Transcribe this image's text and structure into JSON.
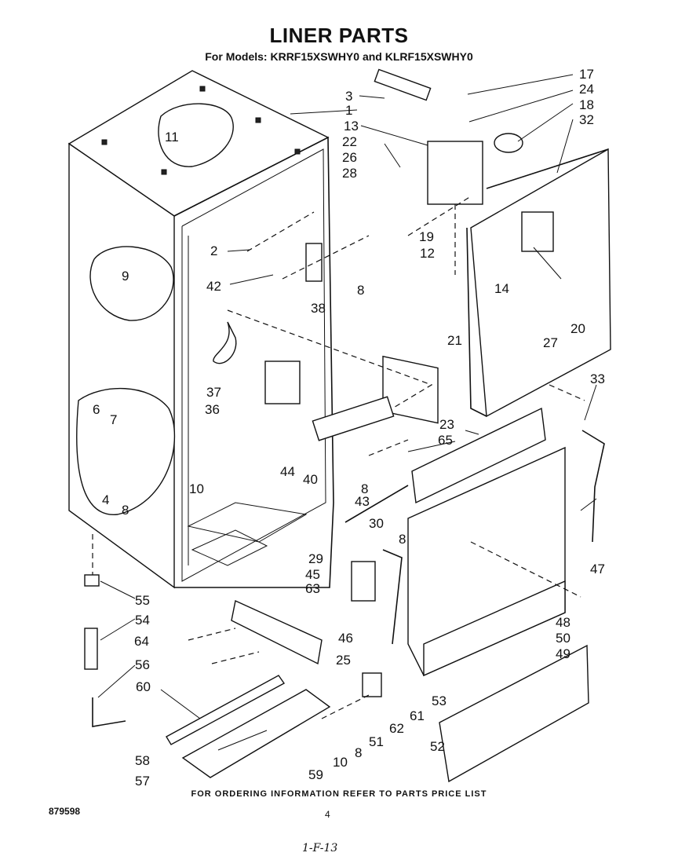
{
  "header": {
    "title": "LINER PARTS",
    "subtitle": "For Models: KRRF15XSWHY0 and KLRF15XSWHY0"
  },
  "footer": {
    "ordering_note": "FOR ORDERING INFORMATION REFER TO PARTS PRICE LIST",
    "document_number": "879598",
    "page_number": "4",
    "handwritten_note": "1-F-13"
  },
  "callouts": [
    "1",
    "2",
    "3",
    "4",
    "6",
    "7",
    "8",
    "8",
    "8",
    "8",
    "8",
    "9",
    "10",
    "10",
    "11",
    "12",
    "13",
    "14",
    "17",
    "18",
    "19",
    "20",
    "21",
    "22",
    "23",
    "24",
    "25",
    "26",
    "27",
    "28",
    "29",
    "30",
    "32",
    "33",
    "36",
    "37",
    "38",
    "40",
    "42",
    "43",
    "44",
    "45",
    "46",
    "47",
    "48",
    "49",
    "50",
    "51",
    "52",
    "53",
    "54",
    "55",
    "56",
    "57",
    "58",
    "59",
    "60",
    "61",
    "62",
    "63",
    "64",
    "65"
  ]
}
